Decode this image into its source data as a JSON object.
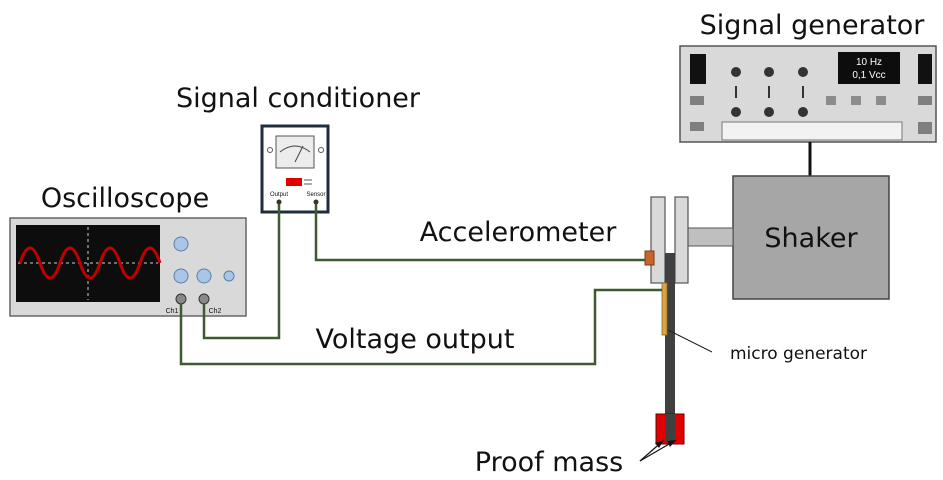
{
  "labels": {
    "signal_generator": "Signal generator",
    "signal_conditioner": "Signal conditioner",
    "oscilloscope": "Oscilloscope",
    "accelerometer": "Accelerometer",
    "shaker": "Shaker",
    "voltage_output": "Voltage output",
    "micro_generator": "micro generator",
    "proof_mass": "Proof mass"
  },
  "signal_generator_display": {
    "frequency": "10 Hz",
    "amplitude": "0,1 Vcc"
  },
  "signal_conditioner_panel": {
    "output_port": "Output",
    "sensor_port": "Sensor"
  },
  "oscilloscope_panel": {
    "ch1": "Ch1",
    "ch2": "Ch2"
  },
  "colors": {
    "wire": "#3f5a2e",
    "device_body": "#d9d9d9",
    "shaker_body": "#a6a6a6",
    "screen": "#0d0d0d",
    "waveform": "#c00000",
    "knob": "#a9c6e8",
    "proof_mass": "#e00000",
    "micro_generator": "#d9a441",
    "accelerometer": "#c8642c"
  }
}
